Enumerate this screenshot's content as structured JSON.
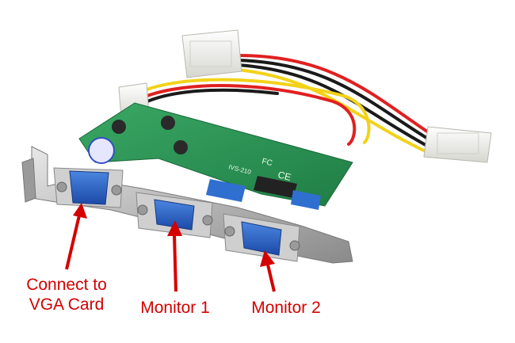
{
  "labels": {
    "connect_line1": "Connect to",
    "connect_line2": "VGA Card",
    "monitor1": "Monitor 1",
    "monitor2": "Monitor 2"
  },
  "board_marks": {
    "model": "IVS-210",
    "ce": "CE",
    "fcc": "FC"
  },
  "colors": {
    "annotation_red": "#d40000",
    "pcb_green": "#2e9a57",
    "bracket_silver": "#b9b9b9",
    "vga_blue": "#2a5fc0",
    "molex_white": "#f2f2ee",
    "wire_red": "#e02020",
    "wire_yellow": "#f2d21a",
    "wire_black": "#1a1a1a"
  },
  "icons": [
    "arrow-up-icon"
  ]
}
